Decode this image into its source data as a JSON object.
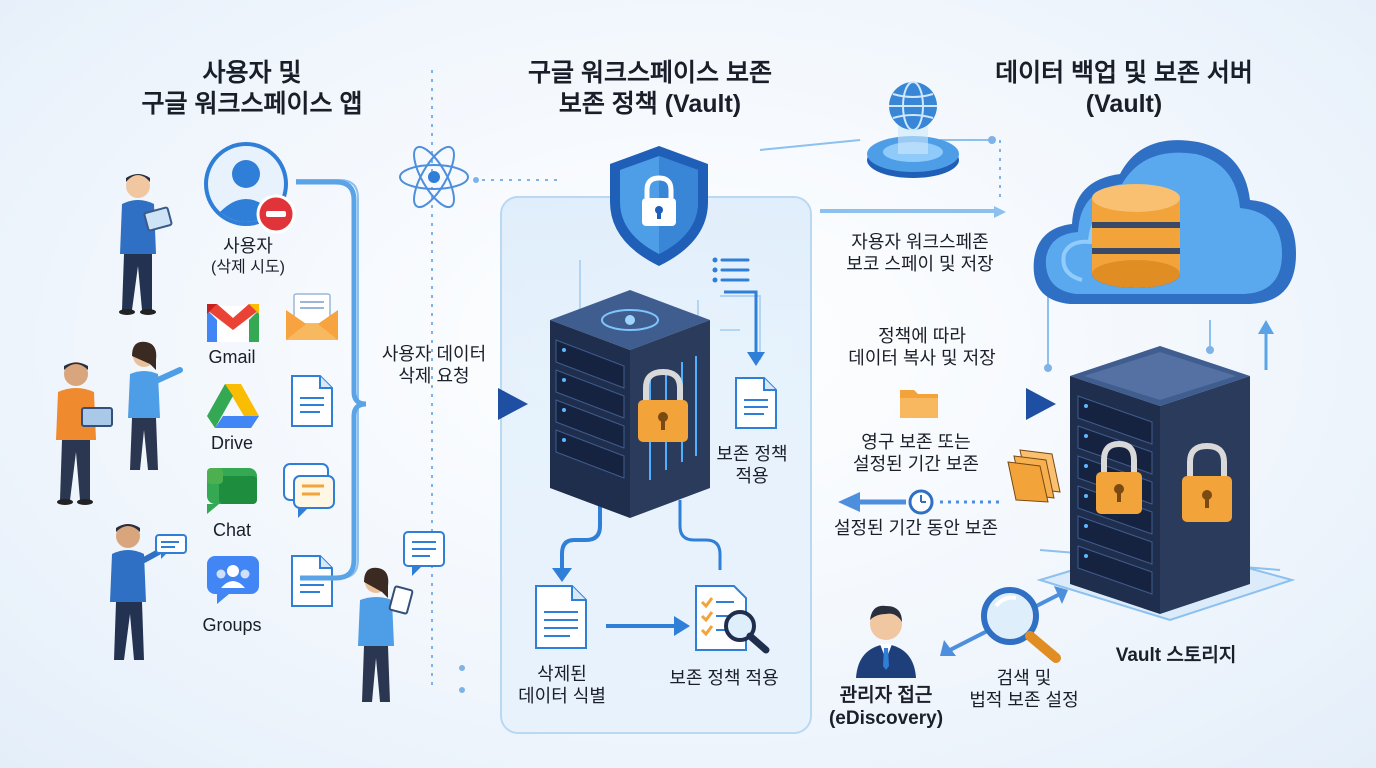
{
  "colors": {
    "accent": "#2f7fd8",
    "arrow_dark": "#1f4fa3",
    "lock": "#f2a33a",
    "server": "#2a3b5c",
    "remove": "#e0333a"
  },
  "columns": {
    "left_title": [
      "사용자 및",
      "구글 워크스페이스 앱"
    ],
    "middle_title": [
      "구글 워크스페이스 보존",
      "보존 정책 (Vault)"
    ],
    "right_title": [
      "데이터 백업 및 보존 서버",
      "(Vault)"
    ]
  },
  "user": {
    "label": "사용자",
    "sublabel": "(삭제 시도)"
  },
  "apps": [
    {
      "icon": "gmail-icon",
      "label": "Gmail"
    },
    {
      "icon": "drive-icon",
      "label": "Drive"
    },
    {
      "icon": "chat-icon",
      "label": "Chat"
    },
    {
      "icon": "groups-icon",
      "label": "Groups"
    }
  ],
  "flow": {
    "delete_request": [
      "사용자 데이터",
      "삭제 요청"
    ],
    "apply_policy_server": [
      "보존 정책",
      "적용"
    ],
    "deleted_identify": [
      "삭제된",
      "데이터 식별"
    ],
    "apply_policy_bottom": "보존 정책 적용",
    "workspace_store": [
      "자용자 워크스페존",
      "보코 스페이 및 저장"
    ],
    "copy_store": [
      "정책에 따라",
      "데이터 복사 및 저장"
    ],
    "retention": [
      "영구 보존 또는",
      "설정된 기간 보존"
    ],
    "period_retention": "설정된 기간 동안 보존",
    "vault_storage": "Vault 스토리지",
    "search_legal": [
      "검색 및",
      "법적 보존 설정"
    ],
    "admin_access": [
      "관리자 접근",
      "(eDiscovery)"
    ]
  }
}
